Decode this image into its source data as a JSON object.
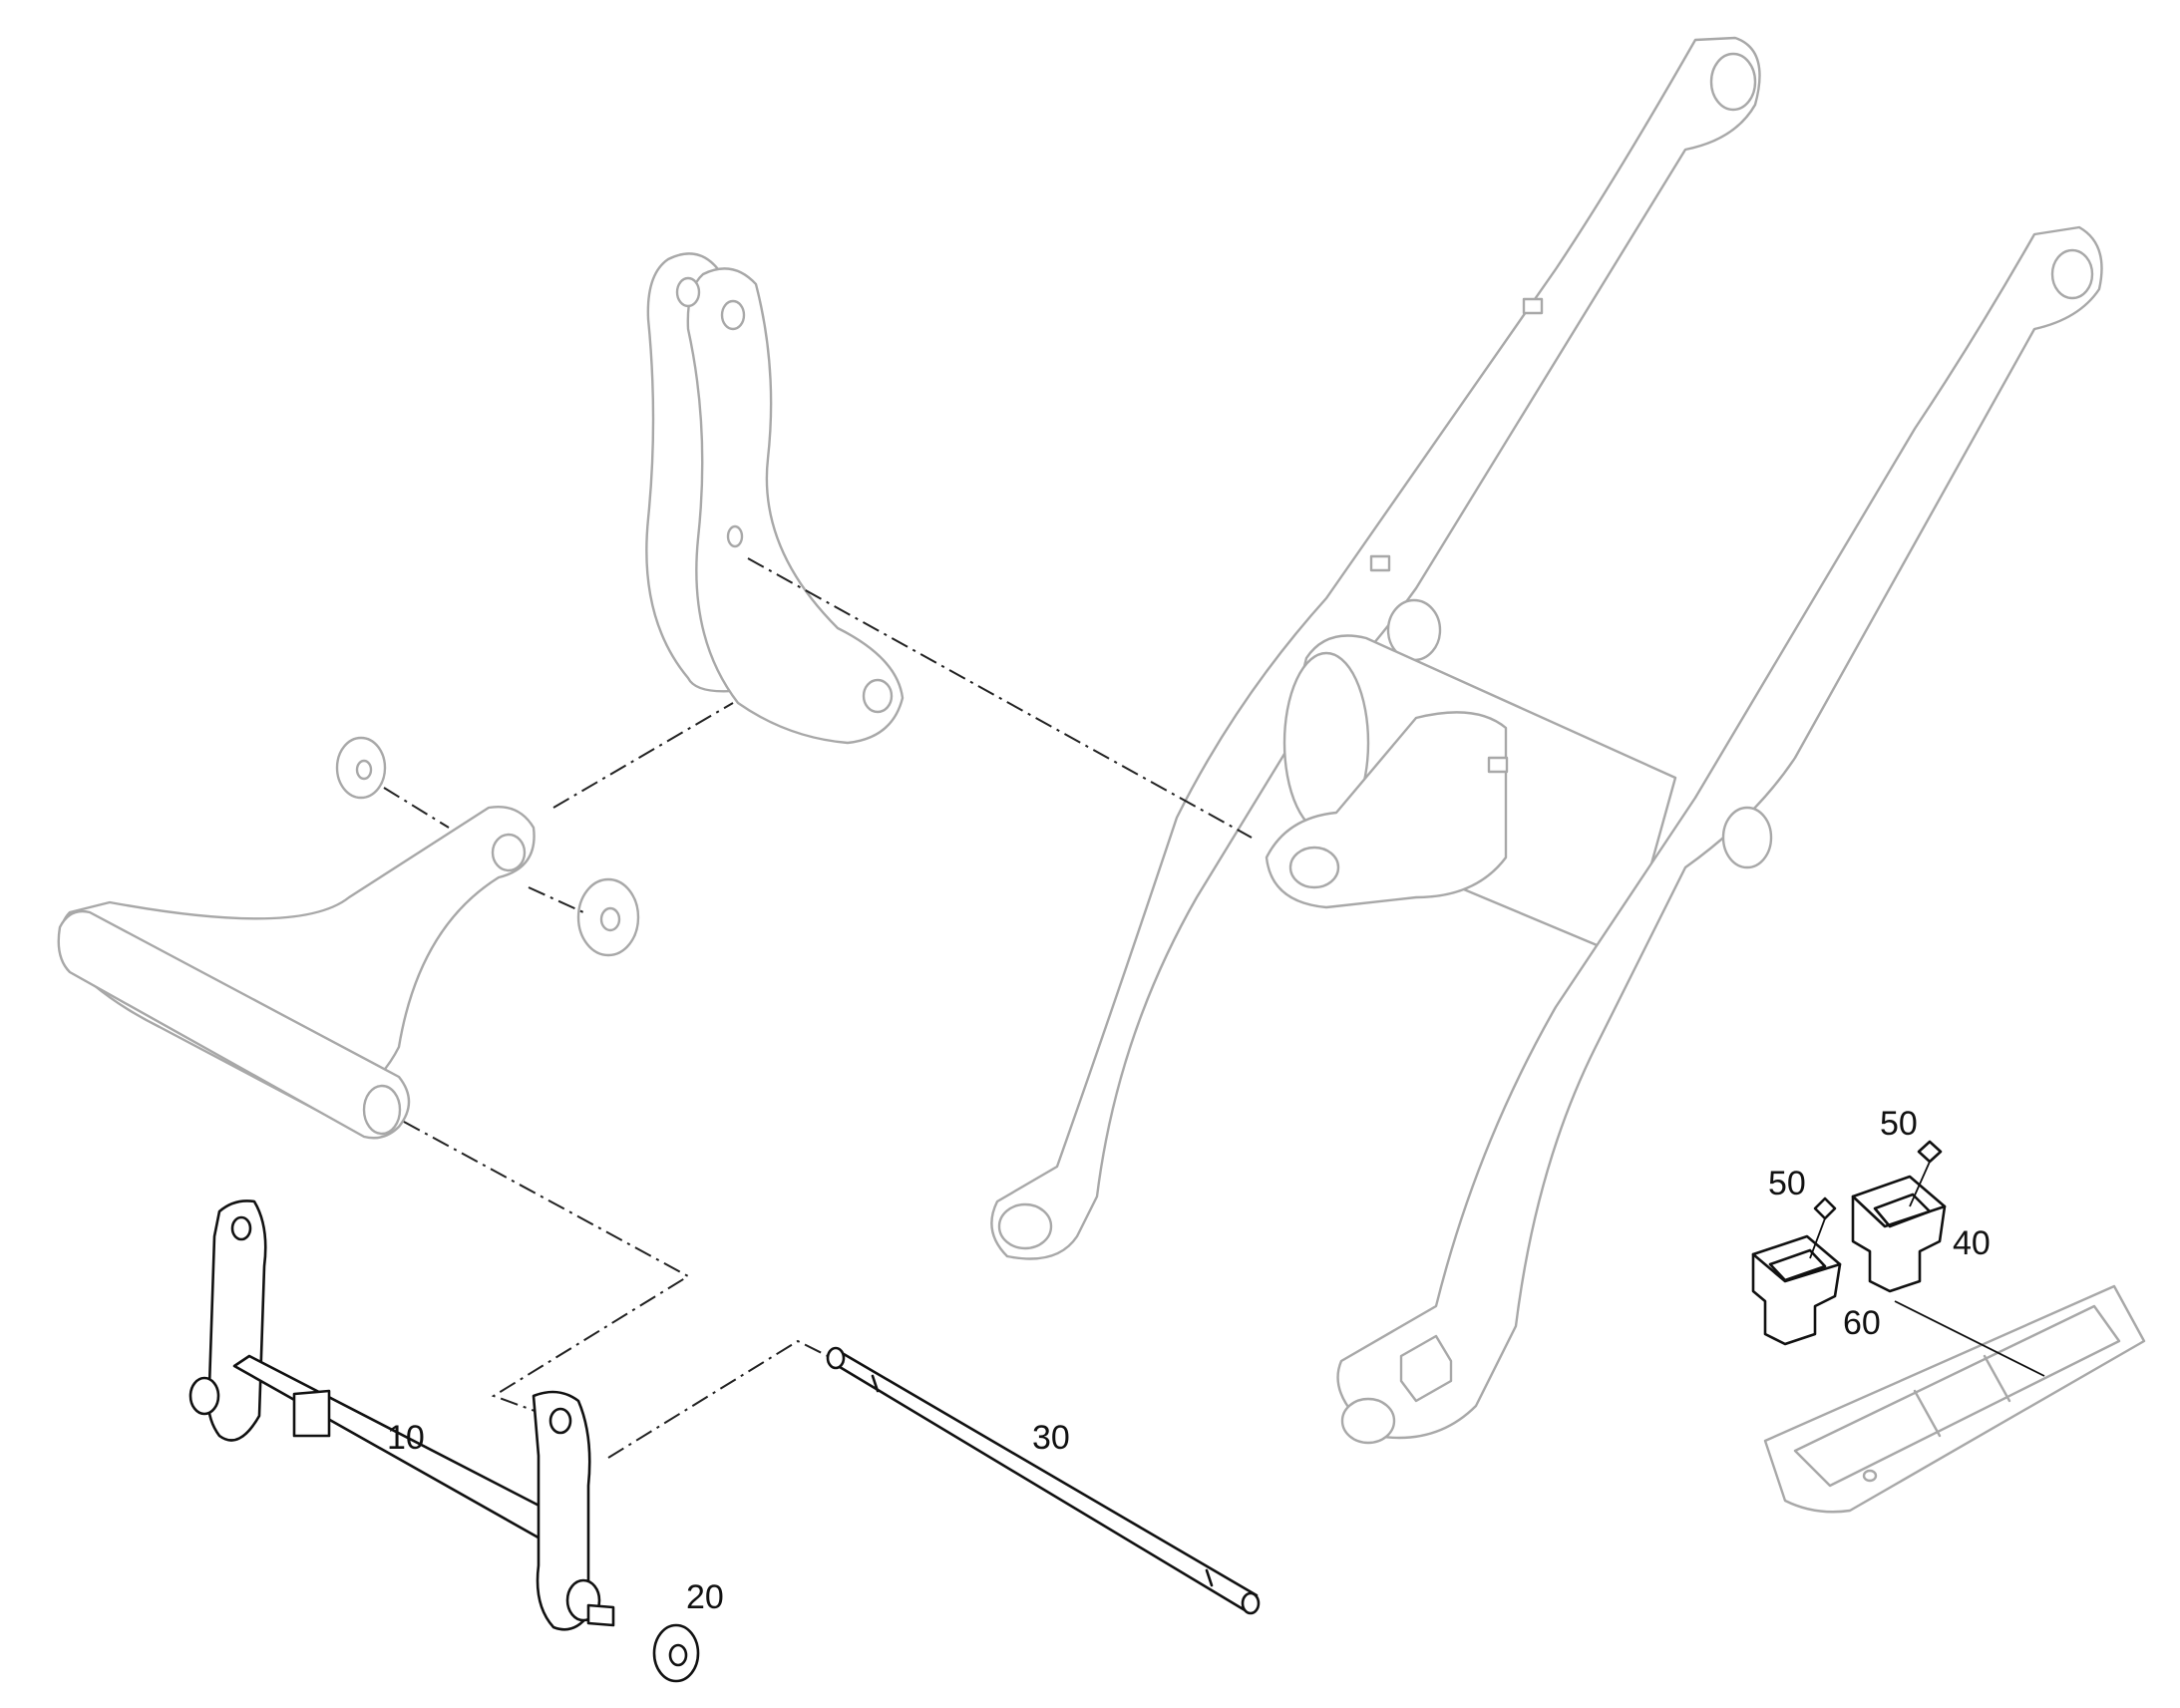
{
  "callouts": {
    "part_10": "10",
    "part_20": "20",
    "part_30": "30",
    "part_40": "40",
    "part_50_a": "50",
    "part_50_b": "50",
    "part_60": "60"
  }
}
